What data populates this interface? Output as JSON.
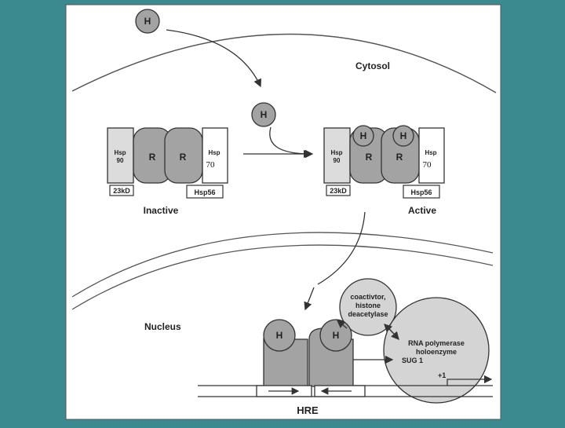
{
  "labels": {
    "cytosol": "Cytosol",
    "nucleus": "Nucleus",
    "hormone": "H",
    "receptor": "R",
    "inactive": "Inactive",
    "active": "Active",
    "hsp90_a": "Hsp",
    "hsp90_b": "90",
    "hsp70_a": "Hsp",
    "hsp70_b": "70",
    "kd23": "23kD",
    "hsp56": "Hsp56",
    "coactivator_1": "coactivtor,",
    "coactivator_2": "histone",
    "coactivator_3": "deacetylase",
    "rnapol_1": "RNA polymerase",
    "rnapol_2": "holoenzyme",
    "sug1": "SUG 1",
    "plus1": "+1",
    "hre": "HRE"
  },
  "colors": {
    "background": "#3a8a90",
    "panel": "#ffffff",
    "receptor": "#a3a3a3",
    "hsp90_fill": "#dcdcdc",
    "complex": "#d4d4d4",
    "line": "#333333"
  }
}
